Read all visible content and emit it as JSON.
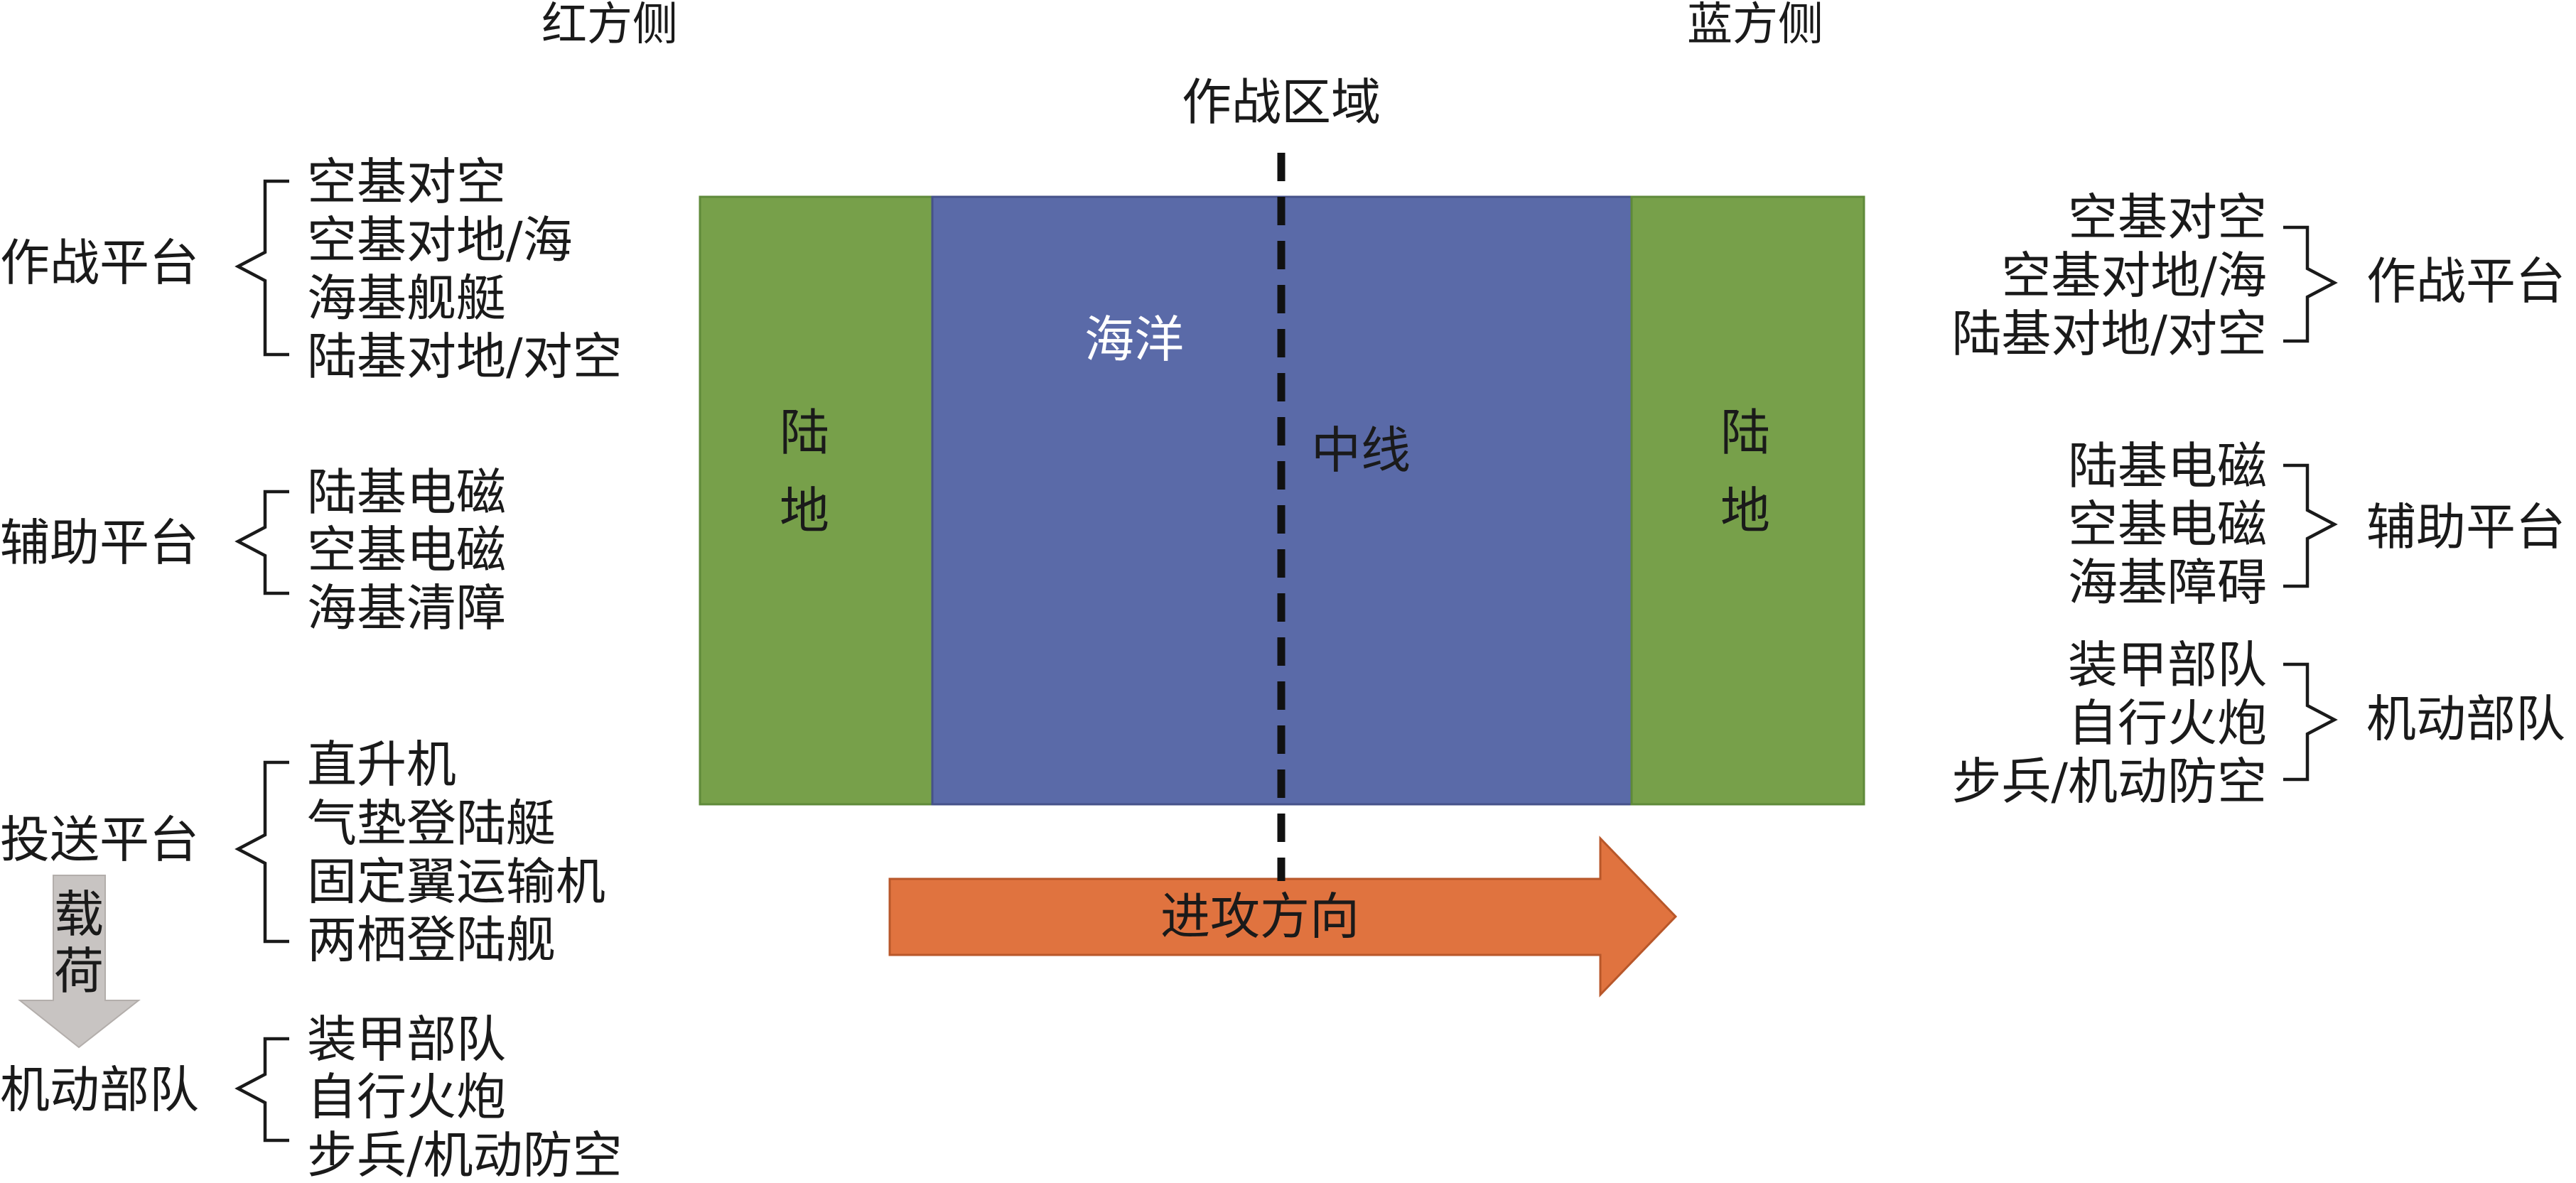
{
  "red_side": {
    "title": "红方侧",
    "combat_platform": {
      "label": "作战平台",
      "items": [
        "空基对空",
        "空基对地/海",
        "海基舰艇",
        "陆基对地/对空"
      ]
    },
    "support_platform": {
      "label": "辅助平台",
      "items": [
        "陆基电磁",
        "空基电磁",
        "海基清障"
      ]
    },
    "delivery_platform": {
      "label": "投送平台",
      "items": [
        "直升机",
        "气垫登陆艇",
        "固定翼运输机",
        "两栖登陆舰"
      ]
    },
    "payload_arrow": [
      "载",
      "荷"
    ],
    "mobile_force": {
      "label": "机动部队",
      "items": [
        "装甲部队",
        "自行火炮",
        "步兵/机动防空"
      ]
    }
  },
  "blue_side": {
    "title": "蓝方侧",
    "combat_platform": {
      "label": "作战平台",
      "items": [
        "空基对空",
        "空基对地/海",
        "陆基对地/对空"
      ]
    },
    "support_platform": {
      "label": "辅助平台",
      "items": [
        "陆基电磁",
        "空基电磁",
        "海基障碍"
      ]
    },
    "mobile_force": {
      "label": "机动部队",
      "items": [
        "装甲部队",
        "自行火炮",
        "步兵/机动防空"
      ]
    }
  },
  "battle_zone": {
    "title": "作战区域",
    "left_land": [
      "陆",
      "地"
    ],
    "right_land": [
      "陆",
      "地"
    ],
    "ocean": "海洋",
    "midline": "中线",
    "attack_direction": "进攻方向"
  },
  "colors": {
    "red_title": "#e05b5b",
    "blue_title": "#5a5fb0",
    "land": "#77a04a",
    "ocean": "#5a6aa8",
    "attack_arrow": "#e0733f",
    "payload_arrow": "#c8c4c2",
    "midline": "#111111"
  }
}
